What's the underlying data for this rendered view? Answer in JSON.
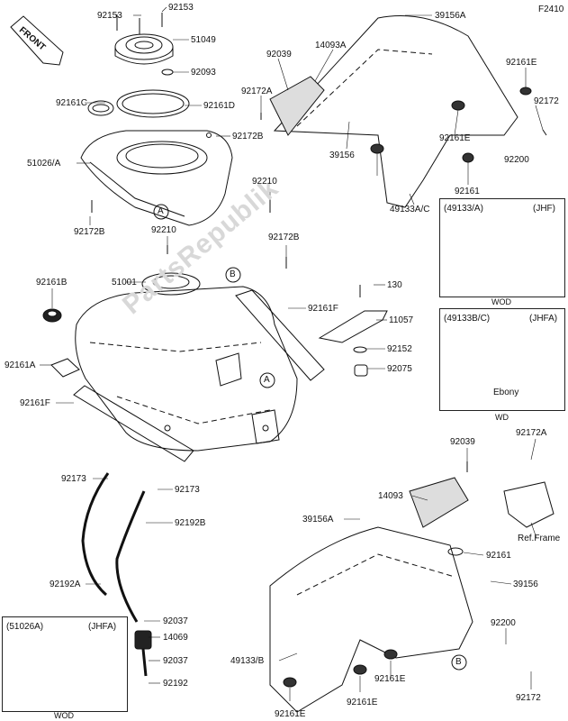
{
  "diagram_code": "F2410",
  "front_marker": "FRONT",
  "watermark": "PartsRepublik",
  "callouts": {
    "A": "A",
    "B": "B"
  },
  "labels": [
    "92153",
    "92153",
    "51049",
    "92093",
    "92161C",
    "92161D",
    "92172B",
    "51026/A",
    "92172B",
    "92210",
    "92210",
    "92172B",
    "51001",
    "92161B",
    "92161F",
    "92161A",
    "92161F",
    "92173",
    "92173",
    "92192B",
    "92192A",
    "92037",
    "14069",
    "92037",
    "92192",
    "39156A",
    "14093A",
    "92039",
    "92172A",
    "39156",
    "92161E",
    "92161E",
    "92161",
    "92172",
    "92200",
    "49133A/C",
    "130",
    "11057",
    "92152",
    "92075",
    "92039",
    "92172A",
    "14093",
    "Ref.Frame",
    "39156A",
    "92161",
    "39156",
    "92200",
    "49133/B",
    "92161E",
    "92161E",
    "92161E",
    "92172"
  ],
  "inset_jhf": {
    "part": "(49133/A)",
    "variant": "(JHF)",
    "caption": "WOD"
  },
  "inset_jhfa": {
    "part": "(49133B/C)",
    "variant": "(JHFA)",
    "note": "Ebony",
    "caption": "WD"
  },
  "inset_tank": {
    "part": "(51026A)",
    "variant": "(JHFA)",
    "caption": "WOD"
  }
}
